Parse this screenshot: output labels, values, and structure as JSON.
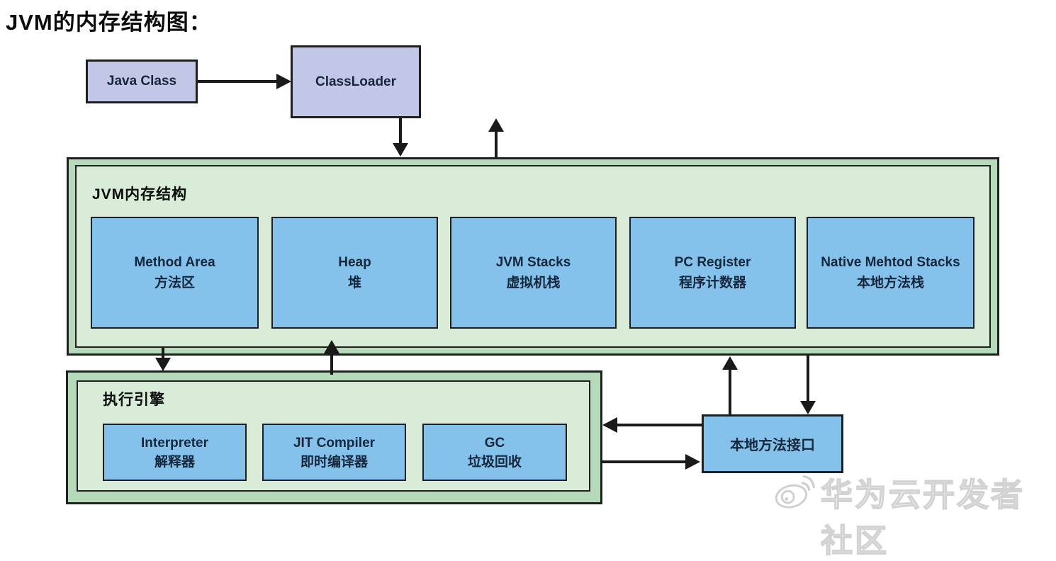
{
  "page": {
    "title": "JVM的内存结构图："
  },
  "colors": {
    "lavender_box": "#c2c6e7",
    "blue_box": "#84c2eb",
    "green_outer": "#b6d9ba",
    "green_inner": "#d8ecd8",
    "border": "#1f1f1f",
    "arrow": "#1a1a1a",
    "label_text": "#16273c"
  },
  "nodes": {
    "java_class": {
      "label": "Java Class"
    },
    "class_loader": {
      "label": "ClassLoader"
    },
    "jvm_memory": {
      "label": "JVM内存结构",
      "cells": [
        {
          "en": "Method Area",
          "zh": "方法区"
        },
        {
          "en": "Heap",
          "zh": "堆"
        },
        {
          "en": "JVM Stacks",
          "zh": "虚拟机栈"
        },
        {
          "en": "PC Register",
          "zh": "程序计数器"
        },
        {
          "en": "Native Mehtod Stacks",
          "zh": "本地方法栈"
        }
      ]
    },
    "execution_engine": {
      "label": "执行引擎",
      "cells": [
        {
          "en": "Interpreter",
          "zh": "解释器"
        },
        {
          "en": "JIT Compiler",
          "zh": "即时编译器"
        },
        {
          "en": "GC",
          "zh": "垃圾回收"
        }
      ]
    },
    "native_interface": {
      "label": "本地方法接口"
    }
  },
  "edges": [
    {
      "from": "java_class",
      "to": "class_loader",
      "direction": "right"
    },
    {
      "from": "class_loader",
      "to": "jvm_memory",
      "direction": "down"
    },
    {
      "from": "jvm_memory",
      "to": "class_loader",
      "direction": "up"
    },
    {
      "from": "jvm_memory",
      "to": "execution_engine",
      "direction": "down"
    },
    {
      "from": "execution_engine",
      "to": "jvm_memory",
      "direction": "up"
    },
    {
      "from": "native_interface",
      "to": "jvm_memory",
      "direction": "up"
    },
    {
      "from": "jvm_memory",
      "to": "native_interface",
      "direction": "down"
    },
    {
      "from": "native_interface",
      "to": "execution_engine",
      "direction": "left"
    },
    {
      "from": "execution_engine",
      "to": "native_interface",
      "direction": "right"
    }
  ],
  "watermark": {
    "icon": "weibo-icon",
    "text": "华为云开发者社区"
  }
}
